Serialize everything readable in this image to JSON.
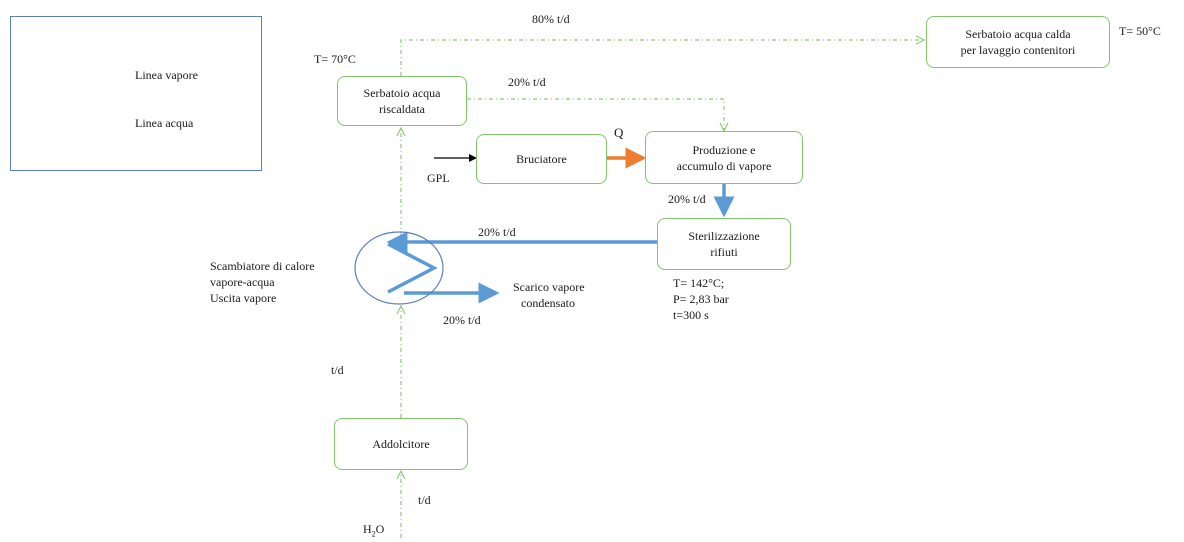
{
  "legend": {
    "steam_line_label": "Linea vapore",
    "water_line_label": "Linea acqua",
    "steam_color": "#5b9bd5",
    "water_color": "#8fc97a"
  },
  "nodes": {
    "hot_water_tank_top": "Serbatoio acqua",
    "hot_water_tank_bottom": "riscaldata",
    "wash_tank_top": "Serbatoio acqua calda",
    "wash_tank_bottom": "per lavaggio contenitori",
    "burner": "Bruciatore",
    "steam_production_top": "Produzione e",
    "steam_production_bottom": "accumulo di vapore",
    "sterilization_top": "Sterilizzazione",
    "sterilization_bottom": "rifiuti",
    "softener": "Addolcitore"
  },
  "labels": {
    "flow_80": "80%  t/d",
    "flow_20_tank": "20% t/d",
    "temp_70": "T= 70°C",
    "temp_50": "T= 50°C",
    "q": "Q",
    "gpl": "GPL",
    "flow_20_steam_down": "20% t/d",
    "flow_20_return": "20% t/d",
    "flow_20_discharge": "20%  t/d",
    "discharge_top": "Scarico vapore",
    "discharge_bottom": "condensato",
    "hx_line1": "Scambiatore di calore",
    "hx_line2": "vapore-acqua",
    "hx_line3": "Uscita vapore",
    "steril_T": "T= 142°C;",
    "steril_P": "P= 2,83 bar",
    "steril_t": "t=300 s",
    "td_mid": "t/d",
    "td_bottom": "t/d",
    "water_base": "H",
    "water_sub": "2",
    "water_tail": "O"
  },
  "colors": {
    "heat_arrow": "#ed7d31",
    "fuel_arrow": "#000000",
    "box_border": "#82c36b",
    "legend_border": "#5b7fbd"
  }
}
